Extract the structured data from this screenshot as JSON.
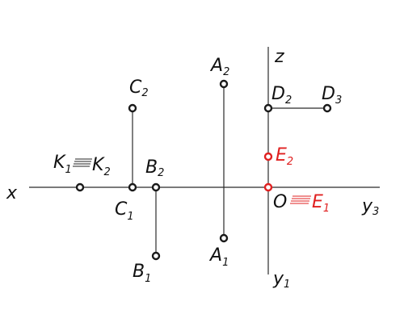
{
  "colors": {
    "ink": "#1a1a1a",
    "accent": "#e02020"
  },
  "axes": {
    "x": "x",
    "z": "z",
    "y3": {
      "main": "y",
      "sub": "3"
    },
    "y1": {
      "main": "y",
      "sub": "1"
    },
    "origin": "O"
  },
  "labels": {
    "K1": {
      "main": "K",
      "sub": "1"
    },
    "K2": {
      "main": "K",
      "sub": "2"
    },
    "C2": {
      "main": "C",
      "sub": "2"
    },
    "C1": {
      "main": "C",
      "sub": "1"
    },
    "B2": {
      "main": "B",
      "sub": "2"
    },
    "B1": {
      "main": "B",
      "sub": "1"
    },
    "A2": {
      "main": "A",
      "sub": "2"
    },
    "A1": {
      "main": "A",
      "sub": "1"
    },
    "D2": {
      "main": "D",
      "sub": "2"
    },
    "D3": {
      "main": "D",
      "sub": "3"
    },
    "E2": {
      "main": "E",
      "sub": "2"
    },
    "E1": {
      "main": "E",
      "sub": "1"
    }
  }
}
